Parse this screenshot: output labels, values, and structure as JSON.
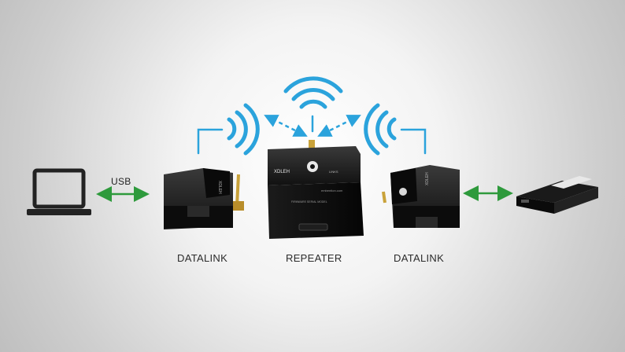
{
  "labels": {
    "usb": "USB",
    "datalink_left": "DATALINK",
    "repeater": "REPEATER",
    "datalink_right": "DATALINK"
  },
  "device_text": {
    "repeater_brand": "XDLEH",
    "repeater_sub": "LINKS",
    "repeater_site": "embention.com",
    "repeater_specs": "FIRMWARE  SERIAL  MODEL",
    "datalink_brand": "XDLEH"
  },
  "icons": {
    "laptop": "laptop-icon",
    "autopilot": "autopilot-module-icon",
    "wifi": "wifi-signal-icon",
    "arrow": "double-arrow-icon"
  },
  "colors": {
    "signal": "#2ba3dc",
    "link_arrow": "#2e9a3c",
    "device_body": "#151515",
    "laptop": "#222222"
  }
}
